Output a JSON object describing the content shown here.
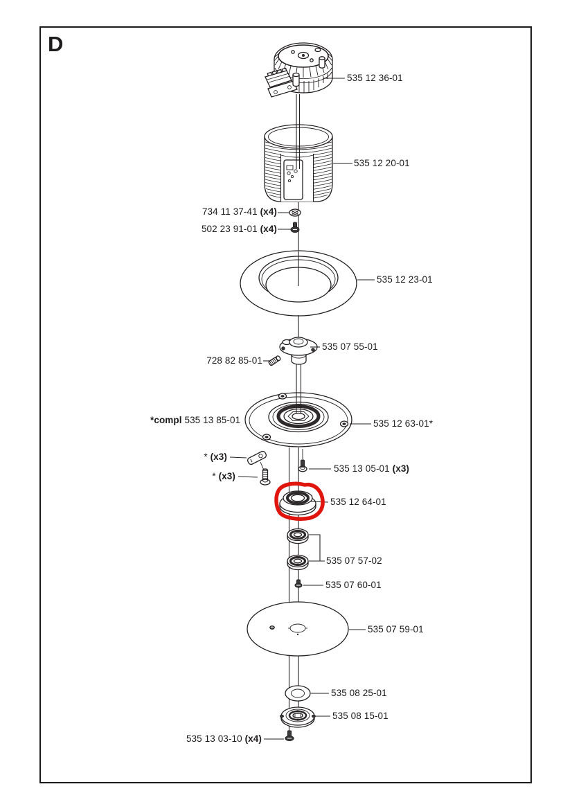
{
  "page": {
    "section_letter": "D"
  },
  "colors": {
    "highlight": "#e0150e",
    "ink": "#231f20"
  },
  "labels": [
    {
      "name": "motor",
      "pre": "535 12 36-01",
      "bold": "",
      "post": ""
    },
    {
      "name": "cylinder-housing",
      "pre": "535 12 20-01",
      "bold": "",
      "post": ""
    },
    {
      "name": "washer-set",
      "pre": "734 11 37-41 ",
      "bold": "(x4)",
      "post": ""
    },
    {
      "name": "screw-set",
      "pre": "502 23 91-01 ",
      "bold": "(x4)",
      "post": ""
    },
    {
      "name": "ring",
      "pre": "535 12 23-01",
      "bold": "",
      "post": ""
    },
    {
      "name": "hub",
      "pre": "535 07 55-01",
      "bold": "",
      "post": ""
    },
    {
      "name": "set-screw",
      "pre": "728 82 85-01",
      "bold": "",
      "post": ""
    },
    {
      "name": "complete-assembly",
      "pre": "",
      "bold": "*compl",
      "post": " 535 13 85-01"
    },
    {
      "name": "plate",
      "pre": "535 12 63-01*",
      "bold": "",
      "post": ""
    },
    {
      "name": "blade-qty",
      "pre": "* ",
      "bold": "(x3)",
      "post": ""
    },
    {
      "name": "blade-screw-qty",
      "pre": "* ",
      "bold": "(x3)",
      "post": ""
    },
    {
      "name": "plate-screw",
      "pre": "535 13 05-01 ",
      "bold": "(x3)",
      "post": ""
    },
    {
      "name": "bearing-highlighted",
      "pre": "535 12 64-01",
      "bold": "",
      "post": ""
    },
    {
      "name": "bearing-pair",
      "pre": "535 07 57-02",
      "bold": "",
      "post": ""
    },
    {
      "name": "small-screw",
      "pre": "535 07 60-01",
      "bold": "",
      "post": ""
    },
    {
      "name": "disc",
      "pre": "535 07 59-01",
      "bold": "",
      "post": ""
    },
    {
      "name": "washer",
      "pre": "535 08 25-01",
      "bold": "",
      "post": ""
    },
    {
      "name": "flange-hub",
      "pre": "535 08 15-01",
      "bold": "",
      "post": ""
    },
    {
      "name": "bottom-screw-set",
      "pre": "535 13 03-10 ",
      "bold": "(x4)",
      "post": ""
    }
  ]
}
